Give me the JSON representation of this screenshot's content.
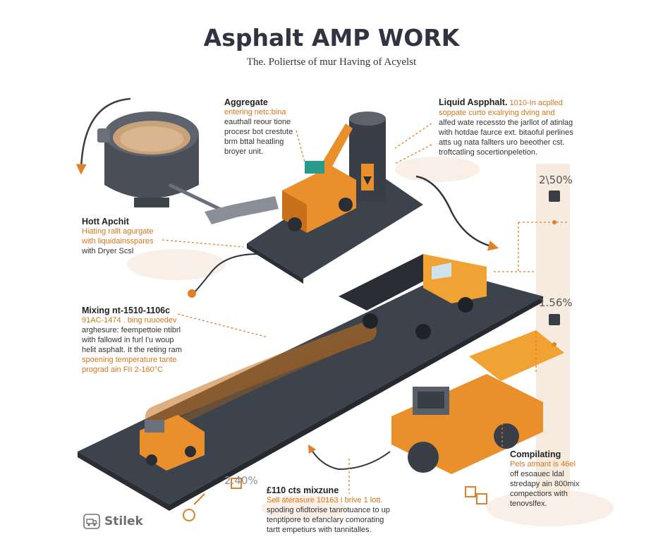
{
  "header": {
    "title": "Asphalt AMP WORK",
    "subtitle": "The. Poliertse of mur Having of Acyelst"
  },
  "blocks": {
    "aggregate": {
      "heading": "Aggregate",
      "lines": [
        {
          "text": "entering netc:bina",
          "tone": "orange"
        },
        {
          "text": "eauthall reour tione",
          "tone": "dark"
        },
        {
          "text": "procesr bot crestute",
          "tone": "dark"
        },
        {
          "text": "brm bttal heatling",
          "tone": "dark"
        },
        {
          "text": "broyer unit.",
          "tone": "dark"
        }
      ]
    },
    "liquid": {
      "heading": "Liquid Aspphalt.",
      "heading_tail": "1010-In acplled",
      "lines": [
        {
          "text": "soppate curto exalrying dving and",
          "tone": "orange"
        },
        {
          "text": "alfed wate recessto the jarllot of atinlag",
          "tone": "dark"
        },
        {
          "text": "with hotdae faurce ext. bitaoful perlines",
          "tone": "dark"
        },
        {
          "text": "atts ug nata fallters uro beeother cst.",
          "tone": "dark"
        },
        {
          "text": "troftcatling socertionpeletion.",
          "tone": "dark"
        }
      ]
    },
    "hot": {
      "heading": "Hott Apchit",
      "lines": [
        {
          "text": "Hiating rallt agurgate",
          "tone": "orange"
        },
        {
          "text": "with liquidainsspares",
          "tone": "orange"
        },
        {
          "text": "with Dryer Scsl",
          "tone": "dark"
        }
      ]
    },
    "mixing": {
      "heading": "Mixing nt-1510-1106c",
      "lines": [
        {
          "text": "91AC-1474 . bing ruuoedev",
          "tone": "orange"
        },
        {
          "text": "arghesure: feempettoie ntibrl",
          "tone": "dark"
        },
        {
          "text": "with fallowd in furl I'u woup",
          "tone": "dark"
        },
        {
          "text": "helit asphalt. It the reting ram",
          "tone": "dark"
        },
        {
          "text": "spoening temperature tante",
          "tone": "orange"
        },
        {
          "text": "prograd ain FII 2-160°C",
          "tone": "orange"
        }
      ]
    },
    "mixzune": {
      "heading": "£110 cts mixzune",
      "lines": [
        {
          "text": "Sell aterasure 10163 I brive 1 lott.",
          "tone": "orange"
        },
        {
          "text": "spoding ofidtorise tanrotuance to up",
          "tone": "dark"
        },
        {
          "text": "tenptipore to efanclary comorating",
          "tone": "dark"
        },
        {
          "text": "tartt empetiurs with tannitalles.",
          "tone": "dark"
        }
      ]
    },
    "compiling": {
      "heading": "Compilating",
      "lines": [
        {
          "text": "Pels atmant is 46el",
          "tone": "orange"
        },
        {
          "text": "off esoauec ldal",
          "tone": "dark"
        },
        {
          "text": "stredapy ain 800mix",
          "tone": "dark"
        },
        {
          "text": "compectiors with",
          "tone": "dark"
        },
        {
          "text": "tenovslfex.",
          "tone": "dark"
        }
      ]
    }
  },
  "badges": {
    "top_right": "2\\50%",
    "mid_right": "1.56%",
    "bottom_left": "2.40%"
  },
  "brand": {
    "logo_text": "Stilek",
    "logo_icon": "truck-outline-icon"
  },
  "colors": {
    "accent": "#e0802a",
    "road": "#3d434c",
    "truck_orange": "#e98f2c",
    "truck_yellow": "#f0a332",
    "text_orange": "#d4761b",
    "title": "#2f3440",
    "steel": "#5b6068"
  }
}
